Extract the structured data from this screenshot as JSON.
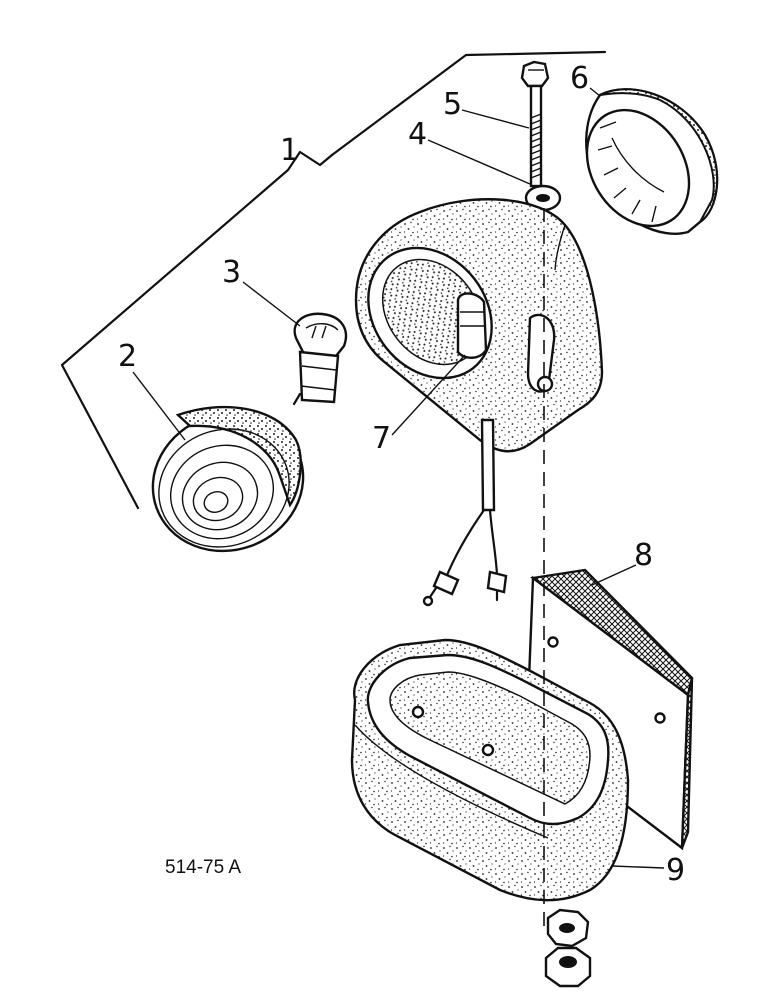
{
  "callouts": {
    "c1": "1",
    "c2": "2",
    "c3": "3",
    "c4": "4",
    "c5": "5",
    "c6": "6",
    "c7": "7",
    "c8": "8",
    "c9": "9"
  },
  "reference_code": "514-75 A"
}
